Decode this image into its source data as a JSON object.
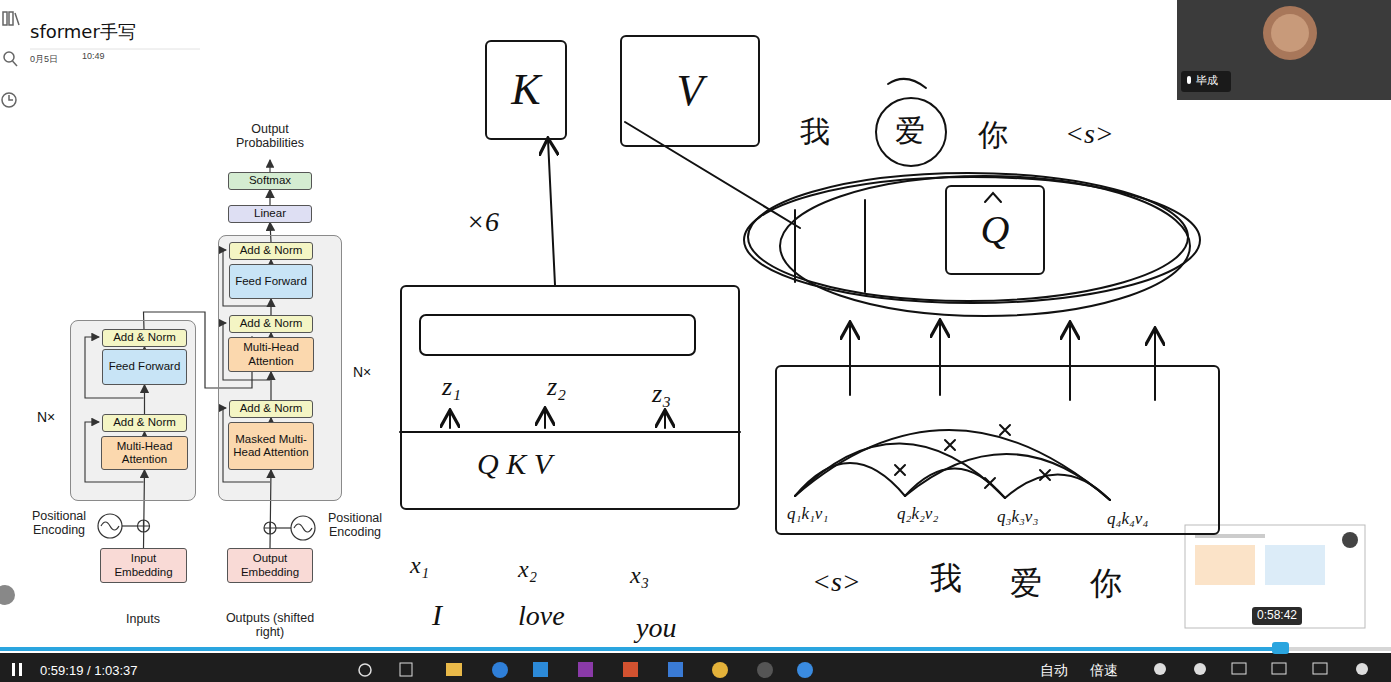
{
  "diagram": {
    "title": "sformer手写",
    "nodes": [
      {
        "text": [
          "N×"
        ]
      },
      {
        "text": [
          "Add & Norm"
        ],
        "in": 0
      },
      {
        "text": [
          "Feed Forward"
        ],
        "in": 0
      },
      {
        "text": [
          "Add & Norm"
        ],
        "in": 0
      },
      {
        "text": [
          "Multi-Head Attention"
        ],
        "in": 0
      },
      {
        "text": [
          "Input Embedding"
        ]
      },
      {
        "text": [
          "Softmax"
        ]
      },
      {
        "text": [
          "Linear"
        ]
      },
      {
        "text": [
          "N×"
        ]
      },
      {
        "text": [
          "Add & Norm"
        ],
        "in": 8
      },
      {
        "text": [
          "Feed Forward"
        ],
        "in": 8
      },
      {
        "text": [
          "Add & Norm"
        ],
        "in": 8
      },
      {
        "text": [
          "Multi-Head Attention"
        ],
        "in": 8
      },
      {
        "text": [
          "Add & Norm"
        ],
        "in": 8
      },
      {
        "text": [
          "Masked Multi-Head Attention"
        ],
        "in": 8
      },
      {
        "text": [
          "Output Embedding"
        ]
      },
      {
        "text": [
          "K"
        ]
      },
      {
        "text": [
          "V"
        ]
      },
      {
        "text": [
          "z₁",
          "z₂",
          "z₃",
          "Q K V"
        ]
      },
      {
        "text": [
          "Q"
        ]
      },
      {
        "text": [
          "q₁k₁v₁",
          "q₂k₂v₂",
          "q₃k₃v₃",
          "q₄k₄v₄"
        ]
      }
    ],
    "edges": [
      {
        "from": 5,
        "to": 4,
        "arrow": "to"
      },
      {
        "from": 4,
        "to": 3,
        "arrow": "to"
      },
      {
        "from": 3,
        "to": 2,
        "arrow": "to"
      },
      {
        "from": 2,
        "to": 1,
        "arrow": "to"
      },
      {
        "from": 1,
        "to": 12,
        "arrow": "to"
      },
      {
        "from": 15,
        "to": 14,
        "arrow": "to"
      },
      {
        "from": 14,
        "to": 13,
        "arrow": "to"
      },
      {
        "from": 13,
        "to": 12,
        "arrow": "to"
      },
      {
        "from": 12,
        "to": 11,
        "arrow": "to"
      },
      {
        "from": 11,
        "to": 10,
        "arrow": "to"
      },
      {
        "from": 10,
        "to": 9,
        "arrow": "to"
      },
      {
        "from": 9,
        "to": 7,
        "arrow": "to"
      },
      {
        "from": 7,
        "to": 6,
        "arrow": "to"
      },
      {
        "from": 18,
        "to": 16,
        "arrow": "to"
      }
    ],
    "labels": [
      "0月5日",
      "10:49",
      "Output Probabilities",
      "Positional Encoding",
      "Positional Encoding",
      "Inputs",
      "Outputs (shifted right)",
      "×6",
      "x₁",
      "x₂",
      "x₃",
      "I",
      "love",
      "you",
      "我",
      "爱",
      "你",
      "<s>",
      "<s>",
      "我",
      "爱",
      "你",
      "毕成",
      "0:58:42",
      "0:59:19 / 1:03:37",
      "自动",
      "倍速"
    ]
  }
}
